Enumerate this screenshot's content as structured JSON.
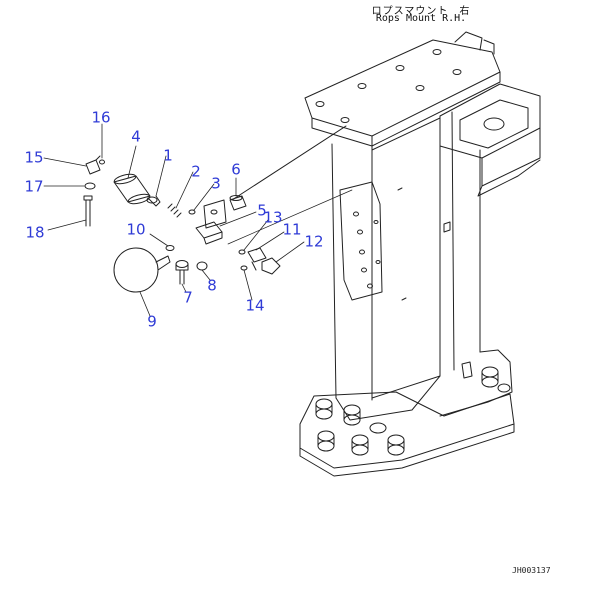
{
  "title": {
    "jp": "ロプスマウント　右",
    "en": "Rops Mount R.H."
  },
  "callouts": [
    "1",
    "2",
    "3",
    "4",
    "5",
    "6",
    "7",
    "8",
    "9",
    "10",
    "11",
    "12",
    "13",
    "14",
    "15",
    "16",
    "17",
    "18"
  ],
  "drawing_id": "JH003137",
  "colors": {
    "callout": "#2f3bd6",
    "line": "#222222"
  }
}
